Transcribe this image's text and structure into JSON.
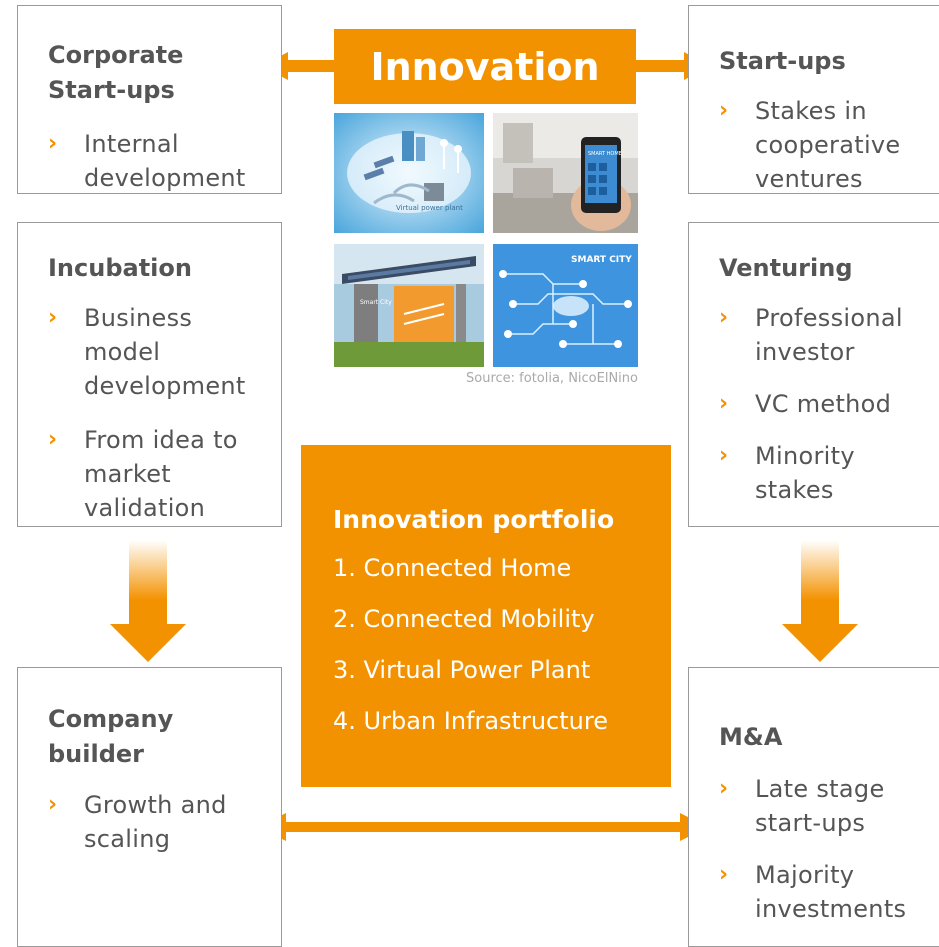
{
  "innovation": {
    "label": "Innovation"
  },
  "photos": {
    "virtual_power_plant": {
      "caption": "Virtual power plant"
    },
    "smart_home": {
      "caption": "SMART HOME"
    },
    "solar_carport": {
      "caption": "Smart City"
    },
    "smart_city": {
      "caption": "SMART CITY"
    }
  },
  "source_note": "Source: fotolia, NicoElNino",
  "boxes": {
    "corporate_startups": {
      "title": "Corporate\nStart-ups",
      "bullets": [
        "Internal\ndevelopment"
      ]
    },
    "startups": {
      "title": "Start-ups",
      "bullets": [
        "Stakes in\ncooperative\nventures"
      ]
    },
    "incubation": {
      "title": "Incubation",
      "bullets": [
        "Business\nmodel\ndevelopment",
        "From idea to\nmarket\nvalidation"
      ]
    },
    "venturing": {
      "title": "Venturing",
      "bullets": [
        "Professional\ninvestor",
        "VC method",
        "Minority\nstakes"
      ]
    },
    "company_builder": {
      "title": "Company\nbuilder",
      "bullets": [
        "Growth and\nscaling"
      ]
    },
    "ma": {
      "title": "M&A",
      "bullets": [
        "Late stage\nstart-ups",
        "Majority\ninvestments"
      ]
    }
  },
  "bullet_marker": "›",
  "portfolio": {
    "title": "Innovation portfolio",
    "items": [
      "1. Connected Home",
      "2. Connected Mobility",
      "3. Virtual Power Plant",
      "4. Urban Infrastructure"
    ]
  },
  "colors": {
    "accent": "#f39200",
    "border": "#9a9a9a",
    "text": "#555555",
    "source_text": "#a9a9a9"
  }
}
